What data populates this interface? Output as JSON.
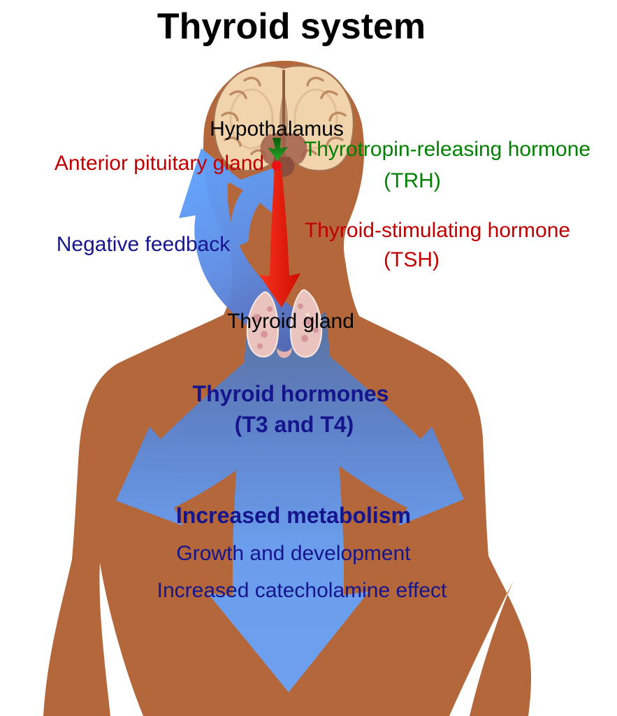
{
  "title": "Thyroid system",
  "labels": {
    "hypothalamus": "Hypothalamus",
    "trh_line1": "Thyrotropin-releasing hormone",
    "trh_line2": "(TRH)",
    "anterior_pituitary": "Anterior pituitary gland",
    "tsh_line1": "Thyroid-stimulating hormone",
    "tsh_line2": "(TSH)",
    "negative_feedback": "Negative feedback",
    "thyroid_gland": "Thyroid gland",
    "thyroid_hormones_line1": "Thyroid hormones",
    "thyroid_hormones_line2": "(T3 and T4)",
    "effect_metabolism": "Increased metabolism",
    "effect_growth": "Growth and development",
    "effect_catecholamine": "Increased catecholamine effect"
  },
  "colors": {
    "text_black": "#000000",
    "text_navy": "#15158D",
    "text_green": "#008000",
    "text_red": "#C00000",
    "body_brown": "#B3673B",
    "arrow_blue": "#609BFA",
    "arrow_red": "#E8150A",
    "arrow_green": "#168A16",
    "brain_cortex": "#F1D3AC",
    "thyroid_pink": "#EAC3BF"
  }
}
